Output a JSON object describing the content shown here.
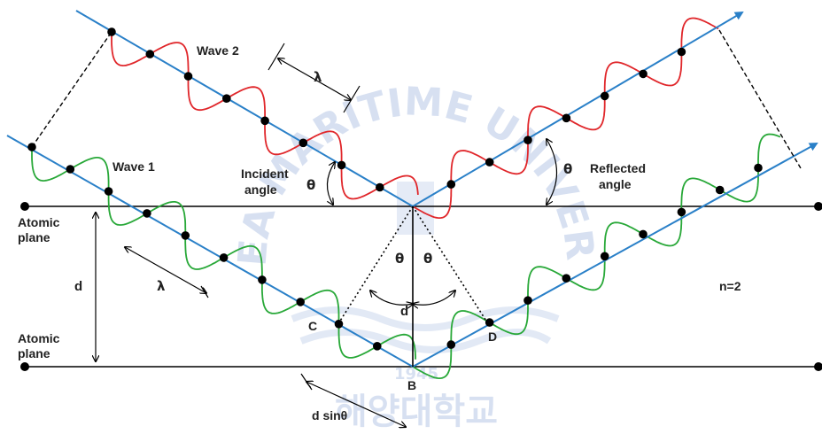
{
  "labels": {
    "wave2": "Wave 2",
    "wave1": "Wave 1",
    "lambda_top": "λ",
    "lambda_bottom": "λ",
    "incident_line1": "Incident",
    "incident_line2": "angle",
    "reflected_line1": "Reflected",
    "reflected_line2": "angle",
    "theta_incident": "θ",
    "theta_reflected": "θ",
    "theta_left": "θ",
    "theta_right": "θ",
    "atomic_plane_top_1": "Atomic",
    "atomic_plane_top_2": "plane",
    "atomic_plane_bottom_1": "Atomic",
    "atomic_plane_bottom_2": "plane",
    "d_left": "d",
    "d_center": "d",
    "point_c": "C",
    "point_d": "D",
    "point_b": "B",
    "d_sin_theta": "d sinθ",
    "order": "n=2"
  },
  "watermark": {
    "arc_text": "KOREA MARITIME UNIVERSITY",
    "bottom_text": "해양대학교",
    "year": "1945"
  },
  "colors": {
    "beam": "#2a80c8",
    "wave2": "#e0262a",
    "wave1": "#28a838",
    "node": "#000000",
    "plane": "#000000",
    "watermark": "#b8c8e6"
  }
}
